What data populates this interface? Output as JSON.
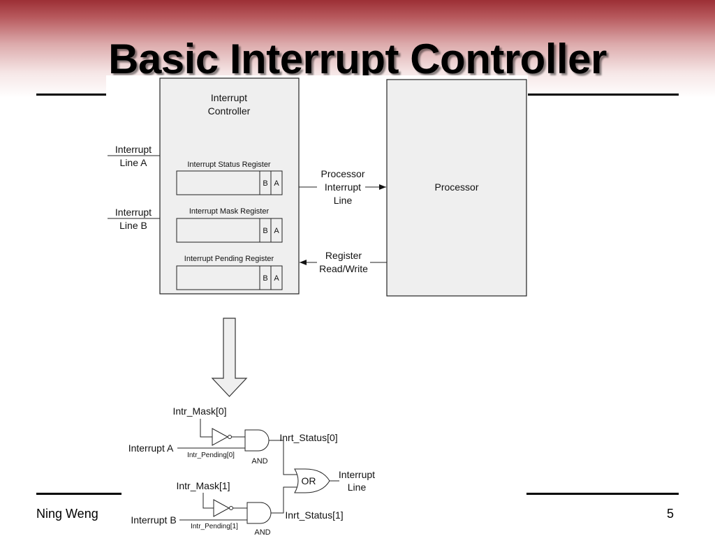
{
  "slide": {
    "title": "Basic Interrupt Controller",
    "author": "Ning Weng",
    "page_number": "5"
  },
  "block_diagram": {
    "controller_title_line1": "Interrupt",
    "controller_title_line2": "Controller",
    "input_a_line1": "Interrupt",
    "input_a_line2": "Line A",
    "input_b_line1": "Interrupt",
    "input_b_line2": "Line B",
    "registers": [
      {
        "name": "Interrupt Status Register",
        "bit_b": "B",
        "bit_a": "A"
      },
      {
        "name": "Interrupt Mask Register",
        "bit_b": "B",
        "bit_a": "A"
      },
      {
        "name": "Interrupt Pending Register",
        "bit_b": "B",
        "bit_a": "A"
      }
    ],
    "processor_label": "Processor",
    "interrupt_line_line1": "Processor",
    "interrupt_line_line2": "Interrupt",
    "interrupt_line_line3": "Line",
    "rw_line1": "Register",
    "rw_line2": "Read/Write",
    "box_fill": "#efefef"
  },
  "logic": {
    "mask0": "Intr_Mask[0]",
    "mask1": "Intr_Mask[1]",
    "interrupt_a": "Interrupt A",
    "interrupt_b": "Interrupt B",
    "pending0": "Intr_Pending[0]",
    "pending1": "Intr_Pending[1]",
    "and_label": "AND",
    "status0": "Inrt_Status[0]",
    "status1": "Inrt_Status[1]",
    "or_label": "OR",
    "out_line1": "Interrupt",
    "out_line2": "Line"
  }
}
